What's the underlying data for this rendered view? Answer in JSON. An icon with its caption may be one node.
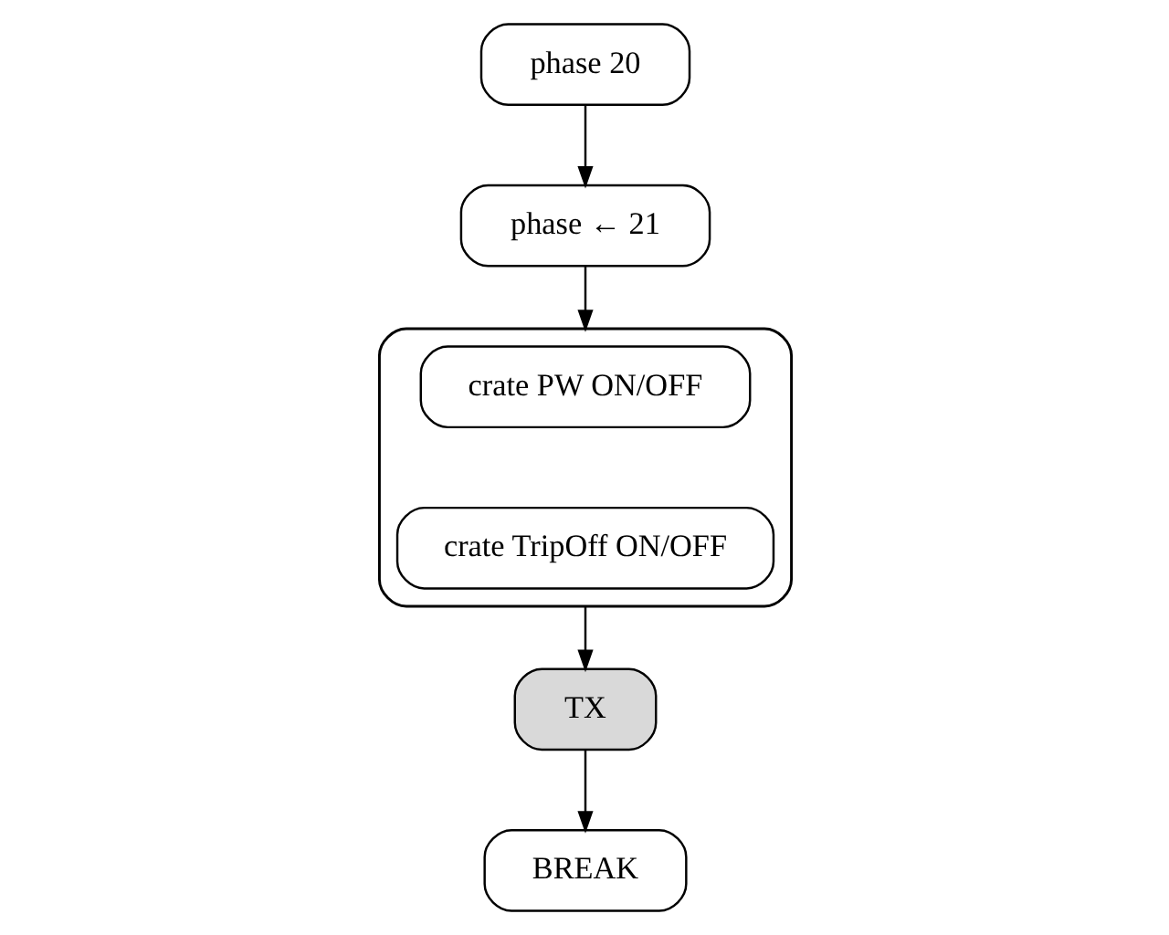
{
  "diagram": {
    "nodes": [
      {
        "text": [
          "phase 20"
        ]
      },
      {
        "text": [
          "phase ← 21"
        ]
      },
      {
        "text": [],
        "shape": "bracket"
      },
      {
        "text": [
          "crate PW ON/OFF"
        ],
        "in": 2
      },
      {
        "text": [
          "crate TripOff ON/OFF"
        ],
        "in": 2
      },
      {
        "text": [
          "TX"
        ]
      },
      {
        "text": [
          "BREAK"
        ]
      }
    ],
    "edges": [
      {
        "from": 0,
        "to": 1,
        "arrow": "to"
      },
      {
        "from": 1,
        "to": 2,
        "arrow": "to"
      },
      {
        "from": 2,
        "to": 5,
        "arrow": "to"
      },
      {
        "from": 5,
        "to": 6,
        "arrow": "to"
      }
    ]
  }
}
